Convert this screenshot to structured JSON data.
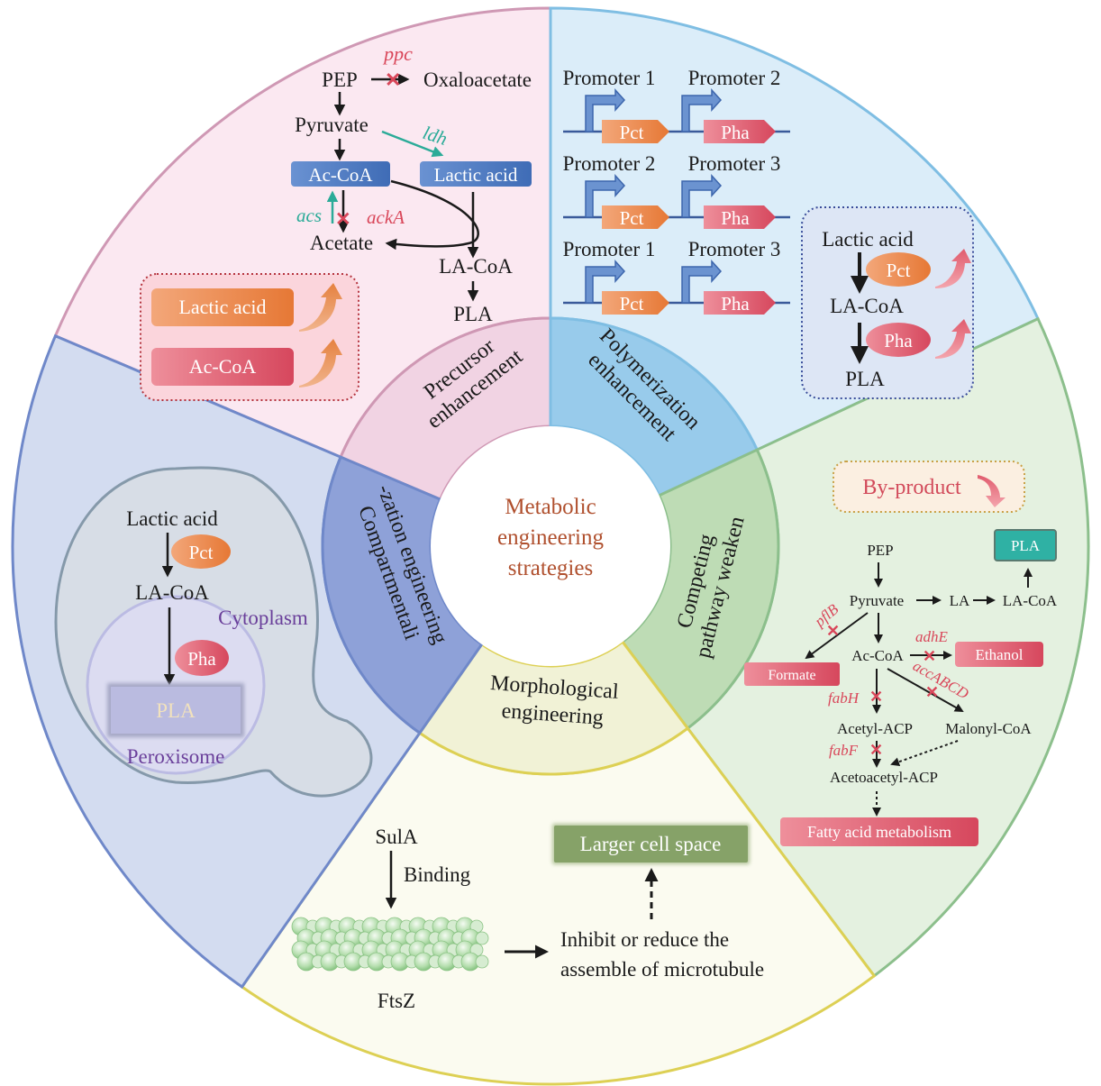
{
  "colors": {
    "precursor_bg": "#fbe8f1",
    "precursor_ring": "#f1d3e3",
    "precursor_stroke": "#cf98b4",
    "polymer_bg": "#dbedf9",
    "polymer_ring": "#98cbeb",
    "polymer_stroke": "#7fbee3",
    "competing_bg": "#e4f1e0",
    "competing_ring": "#bedcb5",
    "competing_stroke": "#8cbf8c",
    "morph_bg": "#fbfbf0",
    "morph_ring": "#f1f2d6",
    "morph_stroke": "#ddd054",
    "compart_bg": "#d3dcf0",
    "compart_ring": "#8ea1d8",
    "compart_stroke": "#6f88c9",
    "center_text": "#b0502e",
    "gene_red": "#d9475a",
    "gene_teal": "#2bab98",
    "box_blue": "#4c78c0",
    "pct_orange": "#ea8748",
    "pha_red": "#dc5a6c",
    "violet_text": "#6a3f9a",
    "pla_teal": "#2fb1a4",
    "green_box": "#84a064"
  },
  "center": {
    "line1": "Metabolic",
    "line2": "engineering",
    "line3": "strategies"
  },
  "ring": {
    "precursor": {
      "line1": "Precursor",
      "line2": "enhancement"
    },
    "polymerization": {
      "line1": "Polymerization",
      "line2": "enhancement"
    },
    "competing": {
      "line1": "Competing",
      "line2": "pathway weaken"
    },
    "morphological": {
      "line1": "Morphological",
      "line2": "engineering"
    },
    "compartmentalization": {
      "line1": "Compartmentali",
      "line2": "-zation engineering"
    }
  },
  "precursor_panel": {
    "pep": "PEP",
    "ppc": "ppc",
    "oxaloacetate": "Oxaloacetate",
    "pyruvate": "Pyruvate",
    "ldh": "ldh",
    "accoa": "Ac-CoA",
    "lactic_acid": "Lactic acid",
    "acs": "acs",
    "acka": "ackA",
    "acetate": "Acetate",
    "lacoa": "LA-CoA",
    "pla": "PLA",
    "boost": [
      "Lactic acid",
      "Ac-CoA"
    ]
  },
  "polymer_panel": {
    "constructs": [
      {
        "promoters": [
          "Promoter 1",
          "Promoter 2"
        ],
        "genes": [
          "Pct",
          "Pha"
        ]
      },
      {
        "promoters": [
          "Promoter 2",
          "Promoter 3"
        ],
        "genes": [
          "Pct",
          "Pha"
        ]
      },
      {
        "promoters": [
          "Promoter 1",
          "Promoter 3"
        ],
        "genes": [
          "Pct",
          "Pha"
        ]
      }
    ],
    "pathway": {
      "lactic_acid": "Lactic acid",
      "pct": "Pct",
      "lacoa": "LA-CoA",
      "pha": "Pha",
      "pla": "PLA"
    }
  },
  "competing_panel": {
    "byproduct": "By-product",
    "pep": "PEP",
    "pyruvate": "Pyruvate",
    "la": "LA",
    "lacoa": "LA-CoA",
    "pla": "PLA",
    "pflb": "pflB",
    "formate": "Formate",
    "accoa": "Ac-CoA",
    "adhe": "adhE",
    "ethanol": "Ethanol",
    "accabcd": "accABCD",
    "fabh": "fabH",
    "acetyl_acp": "Acetyl-ACP",
    "malonyl_coa": "Malonyl-CoA",
    "fabf": "fabF",
    "acetoacetyl_acp": "Acetoacetyl-ACP",
    "fatty_acid": "Fatty acid metabolism"
  },
  "morph_panel": {
    "sula": "SulA",
    "binding": "Binding",
    "ftsz": "FtsZ",
    "inhibit_line1": "Inhibit or reduce the",
    "inhibit_line2": "assemble of microtubule",
    "larger": "Larger cell space"
  },
  "compart_panel": {
    "lactic_acid": "Lactic acid",
    "pct": "Pct",
    "lacoa": "LA-CoA",
    "cytoplasm": "Cytoplasm",
    "pha": "Pha",
    "pla": "PLA",
    "peroxisome": "Peroxisome"
  }
}
